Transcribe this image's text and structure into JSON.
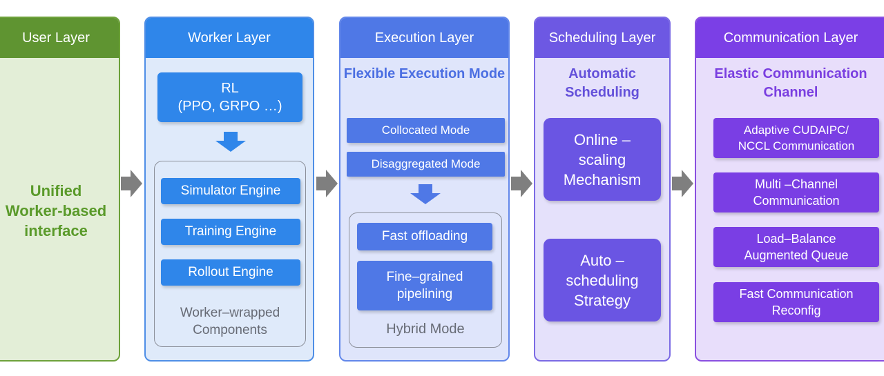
{
  "user_layer": {
    "title": "User Layer",
    "main_text": "Unified\nWorker-based\ninterface"
  },
  "worker_layer": {
    "title": "Worker Layer",
    "rl_box": "RL\n(PPO, GRPO …)",
    "engines": [
      "Simulator Engine",
      "Training Engine",
      "Rollout Engine"
    ],
    "group_label": "Worker–wrapped\nComponents"
  },
  "execution_layer": {
    "title": "Execution Layer",
    "subtitle": "Flexible Execution\nMode",
    "modes": [
      "Collocated Mode",
      "Disaggregated Mode"
    ],
    "hybrid_items": [
      "Fast offloading",
      "Fine–grained\npipelining"
    ],
    "hybrid_label": "Hybrid  Mode"
  },
  "scheduling_layer": {
    "title": "Scheduling Layer",
    "subtitle": "Automatic\nScheduling",
    "items": [
      "Online –\nscaling\nMechanism",
      "Auto –\nscheduling\nStrategy"
    ]
  },
  "communication_layer": {
    "title": "Communication Layer",
    "subtitle": "Elastic Communication\nChannel",
    "items": [
      "Adaptive  CUDAIPC/\nNCCL Communication",
      "Multi –Channel\nCommunication",
      "Load–Balance\nAugmented  Queue",
      "Fast Communication\nReconfig"
    ]
  },
  "colors": {
    "user": "#5f9431",
    "worker": "#2f86ea",
    "execution": "#4f78e6",
    "scheduling": "#6d58e3",
    "communication": "#7b3fe6",
    "flow_arrow": "#7f7f7f"
  },
  "icons": [
    "right-arrow-icon",
    "down-arrow-icon"
  ]
}
